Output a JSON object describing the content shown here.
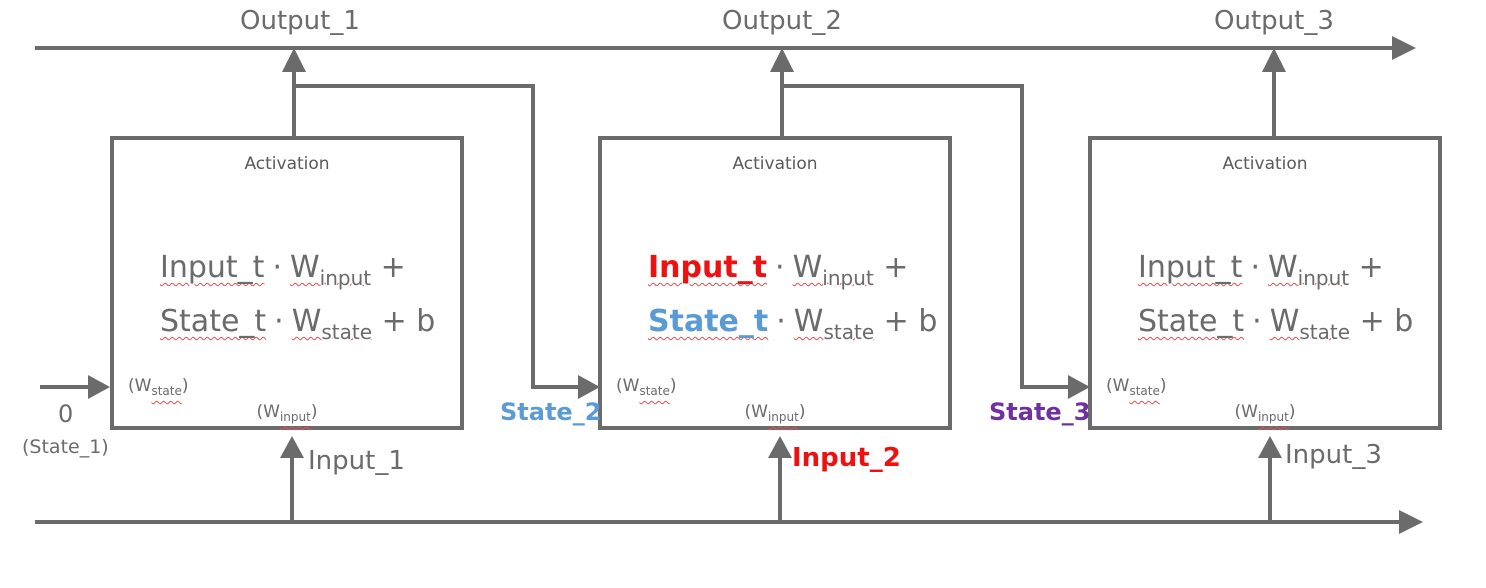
{
  "outputs": [
    "Output_1",
    "Output_2",
    "Output_3"
  ],
  "inputs": [
    "Input_1",
    "Input_2",
    "Input_3"
  ],
  "states": {
    "initial_value": "0",
    "initial_label": "(State_1)",
    "state2": "State_2",
    "state3": "State_3"
  },
  "cells": [
    {
      "activation": "Activation",
      "input_term": "Input_t",
      "w": "W",
      "input_sub": "input",
      "state_term": "State_t",
      "state_sub": "state",
      "plus": "+",
      "bias": "b",
      "dot": "·",
      "wstate_open": "(W",
      "wstate_sub": "state",
      "wstate_close": ")",
      "winput_open": "(W",
      "winput_sub": "input",
      "winput_close": ")"
    },
    {
      "activation": "Activation",
      "input_term": "Input_t",
      "w": "W",
      "input_sub": "input",
      "state_term": "State_t",
      "state_sub": "state",
      "plus": "+",
      "bias": "b",
      "dot": "·",
      "wstate_open": "(W",
      "wstate_sub": "state",
      "wstate_close": ")",
      "winput_open": "(W",
      "winput_sub": "input",
      "winput_close": ")"
    },
    {
      "activation": "Activation",
      "input_term": "Input_t",
      "w": "W",
      "input_sub": "input",
      "state_term": "State_t",
      "state_sub": "state",
      "plus": "+",
      "bias": "b",
      "dot": "·",
      "wstate_open": "(W",
      "wstate_sub": "state",
      "wstate_close": ")",
      "winput_open": "(W",
      "winput_sub": "input",
      "winput_close": ")"
    }
  ],
  "colors": {
    "line": "#6b6b6b",
    "input_highlight": "#ee1111",
    "state2": "#5b9bd5",
    "state3": "#7030a0"
  }
}
